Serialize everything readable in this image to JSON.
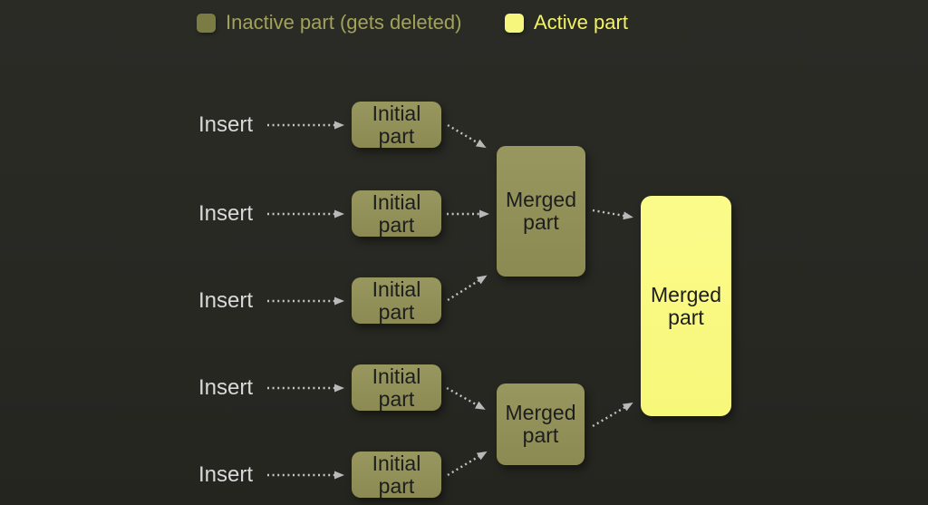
{
  "legend": {
    "items": [
      {
        "id": "inactive",
        "label": "Inactive part (gets deleted)",
        "swatch_color": "#7b7b44",
        "text_color": "#a2a259"
      },
      {
        "id": "active",
        "label": "Active part",
        "swatch_color": "#f6f67c",
        "text_color": "#f2f263"
      }
    ]
  },
  "flow": {
    "inserts": [
      {
        "label": "Insert"
      },
      {
        "label": "Insert"
      },
      {
        "label": "Insert"
      },
      {
        "label": "Insert"
      },
      {
        "label": "Insert"
      }
    ],
    "initial_parts": [
      {
        "label": "Initial part",
        "state": "inactive"
      },
      {
        "label": "Initial part",
        "state": "inactive"
      },
      {
        "label": "Initial part",
        "state": "inactive"
      },
      {
        "label": "Initial part",
        "state": "inactive"
      },
      {
        "label": "Initial part",
        "state": "inactive"
      }
    ],
    "merged_parts": [
      {
        "label": "Merged part",
        "state": "inactive"
      },
      {
        "label": "Merged part",
        "state": "inactive"
      },
      {
        "label": "Merged part",
        "state": "active"
      }
    ],
    "arrow_style": "dotted"
  },
  "colors": {
    "background": "#282823",
    "inactive_part_fill": "#8f8f58",
    "active_part_fill": "#f9f981",
    "part_text": "#1d1d1d",
    "insert_text": "#d9d9d9",
    "arrow": "#c3c3c3",
    "legend_inactive_swatch": "#7b7b44",
    "legend_inactive_text": "#a2a259",
    "legend_active_swatch": "#f6f67c",
    "legend_active_text": "#f2f263"
  },
  "icons": {
    "arrow": "dotted-arrow",
    "arrowhead": "arrowhead-icon"
  }
}
